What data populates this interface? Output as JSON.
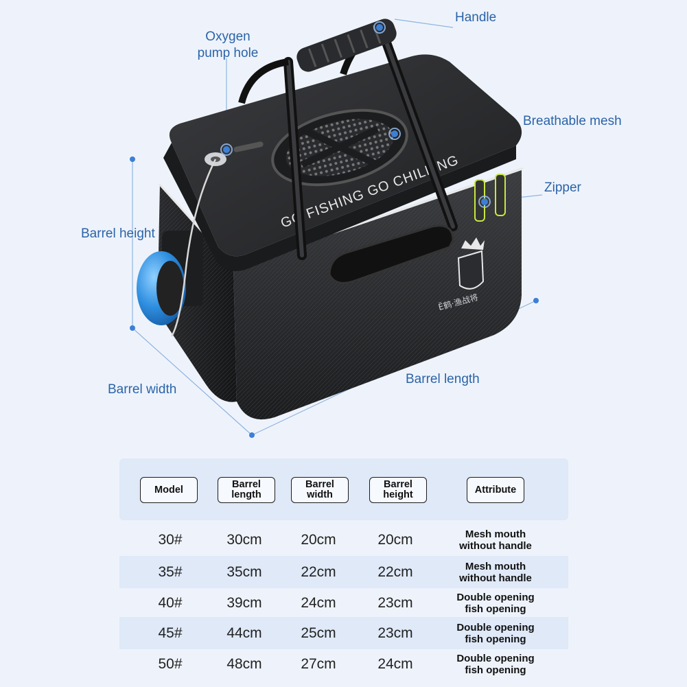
{
  "callouts": {
    "handle": "Handle",
    "oxygen_line1": "Oxygen",
    "oxygen_line2": "pump hole",
    "breathable_mesh": "Breathable mesh",
    "zipper": "Zipper",
    "barrel_height": "Barrel height",
    "barrel_width": "Barrel width",
    "barrel_length": "Barrel length"
  },
  "product": {
    "lid_text": "GO FISHING GO CHILLING",
    "brand_text": "Ё鹤·渔战将"
  },
  "table": {
    "headers": [
      {
        "line1": "Model",
        "line2": ""
      },
      {
        "line1": "Barrel",
        "line2": "length"
      },
      {
        "line1": "Barrel",
        "line2": "width"
      },
      {
        "line1": "Barrel",
        "line2": "height"
      },
      {
        "line1": "Attribute",
        "line2": ""
      }
    ],
    "rows": [
      {
        "model": "30#",
        "length": "30cm",
        "width": "20cm",
        "height": "20cm",
        "attr1": "Mesh mouth",
        "attr2": "without handle"
      },
      {
        "model": "35#",
        "length": "35cm",
        "width": "22cm",
        "height": "22cm",
        "attr1": "Mesh mouth",
        "attr2": "without handle"
      },
      {
        "model": "40#",
        "length": "39cm",
        "width": "24cm",
        "height": "23cm",
        "attr1": "Double opening",
        "attr2": "fish opening"
      },
      {
        "model": "45#",
        "length": "44cm",
        "width": "25cm",
        "height": "23cm",
        "attr1": "Double opening",
        "attr2": "fish opening"
      },
      {
        "model": "50#",
        "length": "48cm",
        "width": "27cm",
        "height": "24cm",
        "attr1": "Double opening",
        "attr2": "fish opening"
      }
    ]
  },
  "colors": {
    "background": "#eef3fb",
    "accent": "#2b63a8",
    "dot": "#3d7fd6",
    "table_shade": "#dfe9f8"
  }
}
